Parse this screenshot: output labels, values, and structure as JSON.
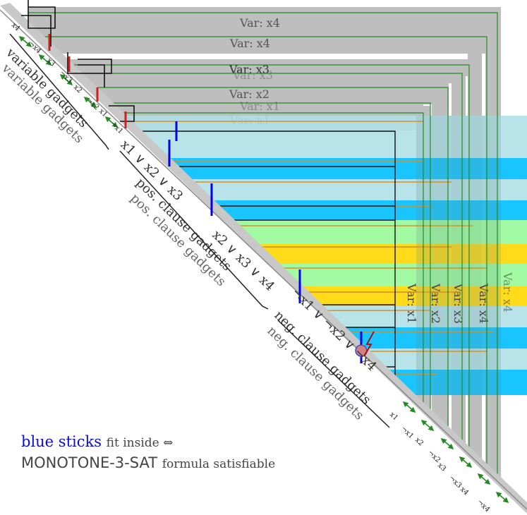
{
  "variable_bars": [
    {
      "label": "Var: x4"
    },
    {
      "label": "Var: x4"
    },
    {
      "label": "Var: x3"
    },
    {
      "label": "Var: x3"
    },
    {
      "label": "Var: x2"
    },
    {
      "label": "Var: x1"
    },
    {
      "label": "Var: x1"
    }
  ],
  "vertical_bars": [
    {
      "label": "Var: x1"
    },
    {
      "label": "Var: x2"
    },
    {
      "label": "Var: x3"
    },
    {
      "label": "Var: x4"
    },
    {
      "label": "Var: x4"
    }
  ],
  "gadget_labels": {
    "variable": "variable gadgets",
    "positive_clause": "pos. clause gadgets",
    "negative_clause": "neg. clause gadgets"
  },
  "clause_labels": {
    "positive": [
      "x1 ∨ x2 ∨ x3",
      "x2 ∨ x3 ∨ x4"
    ],
    "negative": [
      "¬x1 ∨ ¬x2 ∨ ¬x4"
    ]
  },
  "literal_labels_top": [
    "x4",
    "¬x4",
    "x3",
    "¬x3",
    "x2",
    "¬x2",
    "x1",
    "¬x1"
  ],
  "literal_labels_bottom": [
    "x1",
    "¬x1",
    "x2",
    "¬x2",
    "x3",
    "¬x3",
    "x4",
    "¬x4"
  ],
  "caption": {
    "blue_part": "blue sticks",
    "line1_rest": "fit inside ⇔",
    "monotone": "MONOTONE-3-SAT",
    "line2_rest": "formula satisfiable"
  },
  "colors": {
    "bar_gray": "#bebebe",
    "light_blue": "#b0e0e6",
    "deep_sky_blue": "#00bfff",
    "light_green": "#98fb98",
    "gold": "#ffd700",
    "stick_blue": "#0000ee",
    "stick_red": "#cc2222",
    "green_line": "#228b22",
    "orange_line": "#d4902a"
  }
}
